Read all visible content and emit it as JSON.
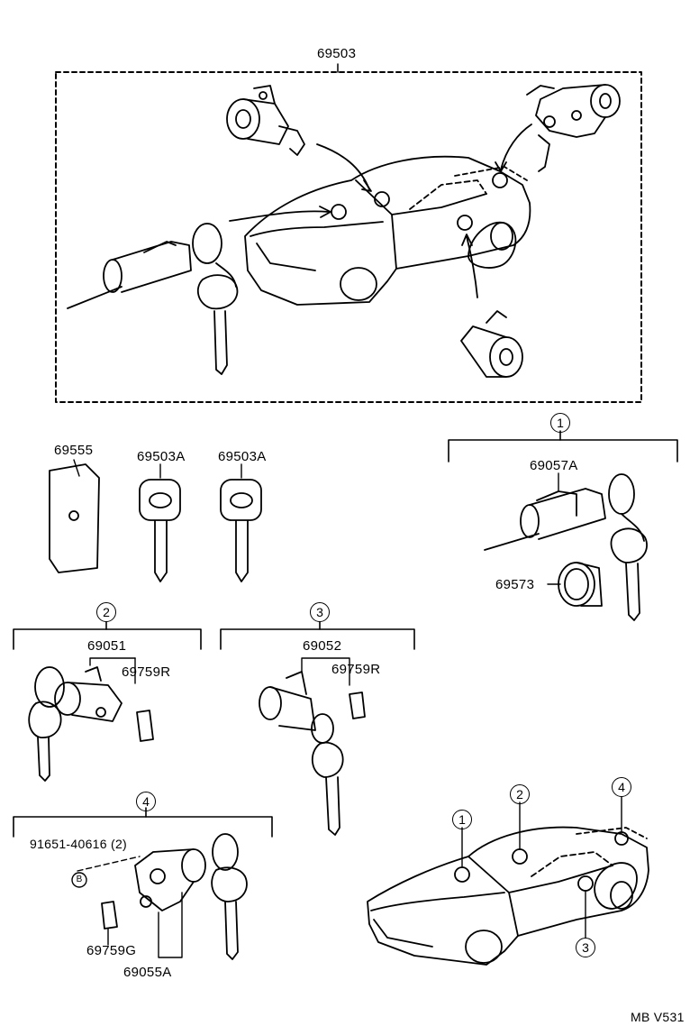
{
  "main_assembly": {
    "part_number": "69503"
  },
  "parts": {
    "p69555": "69555",
    "p69503A_1": "69503A",
    "p69503A_2": "69503A",
    "p69057A": "69057A",
    "p69573": "69573",
    "p69051": "69051",
    "p69759R_1": "69759R",
    "p69052": "69052",
    "p69759R_2": "69759R",
    "p91651": "91651-40616 (2)",
    "p69759G": "69759G",
    "p69055A": "69055A"
  },
  "bolt_marker": "B",
  "groups": {
    "g1": "1",
    "g2": "2",
    "g3": "3",
    "g4": "4"
  },
  "location_callouts": [
    "1",
    "2",
    "4",
    "3"
  ],
  "footer": {
    "code": "MB V531"
  }
}
